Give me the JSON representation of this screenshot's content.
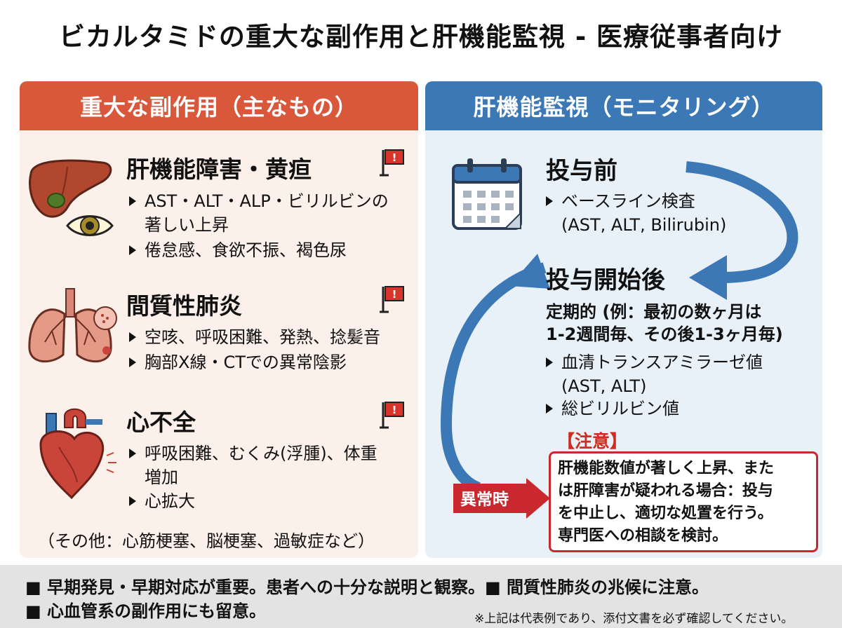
{
  "title": "ビカルタミドの重大な副作用と肝機能監視 - 医療従事者向け",
  "left": {
    "header": "重大な副作用（主なもの）",
    "sections": [
      {
        "title": "肝機能障害・黄疸",
        "icon": "liver-eye-icon",
        "bullets": [
          [
            "AST・ALT・ALP・ビリルビンの",
            "著しい上昇"
          ],
          [
            "倦怠感、食欲不振、褐色尿"
          ]
        ]
      },
      {
        "title": "間質性肺炎",
        "icon": "lungs-icon",
        "bullets": [
          [
            "空咳、呼吸困難、発熱、捻髪音"
          ],
          [
            "胸部X線・CTでの異常陰影"
          ]
        ]
      },
      {
        "title": "心不全",
        "icon": "heart-icon",
        "bullets": [
          [
            "呼吸困難、むくみ(浮腫)、体重",
            "増加"
          ],
          [
            "心拡大"
          ]
        ]
      }
    ],
    "other": "（その他：心筋梗塞、脳梗塞、過敏症など）",
    "flag_icon": "warning-flag-icon"
  },
  "right": {
    "header": "肝機能監視（モニタリング）",
    "before": {
      "title": "投与前",
      "icon": "calendar-icon",
      "bullet": "ベースライン検査",
      "bullet_line2": "(AST, ALT, Bilirubin)"
    },
    "after": {
      "title": "投与開始後",
      "periodic_line1": "定期的 (例：最初の数ヶ月は",
      "periodic_line2": "1-2週間毎、その後1-3ヶ月毎)",
      "bullet1": "血清トランスアミラーゼ値",
      "bullet1_line2": "(AST, ALT)",
      "bullet2": "総ビリルビン値"
    },
    "caution": {
      "label": "【注意】",
      "lines": [
        "肝機能数値が著しく上昇、また",
        "は肝障害が疑われる場合：投与",
        "を中止し、適切な処置を行う。",
        "専門医への相談を検討。"
      ]
    },
    "abnormal_label": "異常時"
  },
  "footer": {
    "line1": "■ 早期発見・早期対応が重要。患者への十分な説明と観察。■ 間質性肺炎の兆候に注意。",
    "line2": "■ 心血管系の副作用にも留意。",
    "note": "※上記は代表例であり、添付文書を必ず確認してください。"
  },
  "colors": {
    "left_header": "#d9583b",
    "left_bg": "#fbf0ea",
    "right_header": "#3d78b6",
    "right_bg": "#e9f1f8",
    "arrow": "#3d78b6",
    "alert": "#c8282e"
  }
}
